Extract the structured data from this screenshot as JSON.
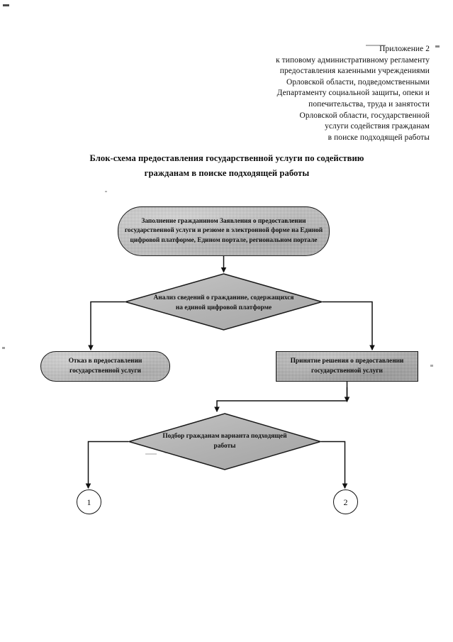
{
  "document": {
    "header": {
      "lines": [
        "Приложение 2",
        "к типовому административному регламенту",
        "предоставления казенными учреждениями",
        "Орловской области, подведомственными",
        "Департаменту социальной защиты, опеки и",
        "попечительства, труда и занятости",
        "Орловской области, государственной",
        "услуги содействия гражданам",
        "в поиске подходящей работы"
      ]
    },
    "title": {
      "lines": [
        "Блок-схема предоставления государственной услуги по содействию",
        "гражданам  в поиске подходящей работы"
      ]
    }
  },
  "flowchart": {
    "nodes": {
      "application": {
        "shape": "rounded-rectangle",
        "text": "Заполнение гражданином Заявления о предоставлении государственной услуги и резюме в электронной форме на Единой цифровой платформе, Едином портале, региональном портале"
      },
      "analysis": {
        "shape": "diamond",
        "text": "Анализ сведений о гражданине, содержащихся на единой цифровой платформе"
      },
      "refusal": {
        "shape": "stadium",
        "text": "Отказ в предоставлении государственной услуги"
      },
      "decision_positive": {
        "shape": "rectangle",
        "text": "Принятие решения о предоставлении государственной услуги"
      },
      "matching": {
        "shape": "diamond",
        "text": "Подбор гражданам варианта подходящей работы"
      },
      "connector_one": {
        "shape": "circle",
        "text": "1"
      },
      "connector_two": {
        "shape": "circle",
        "text": "2"
      }
    },
    "colors": {
      "shape_fill": "#b9b9b9",
      "shape_stroke": "#1a1a1a",
      "page_background": "#ffffff",
      "text": "#111111"
    }
  }
}
